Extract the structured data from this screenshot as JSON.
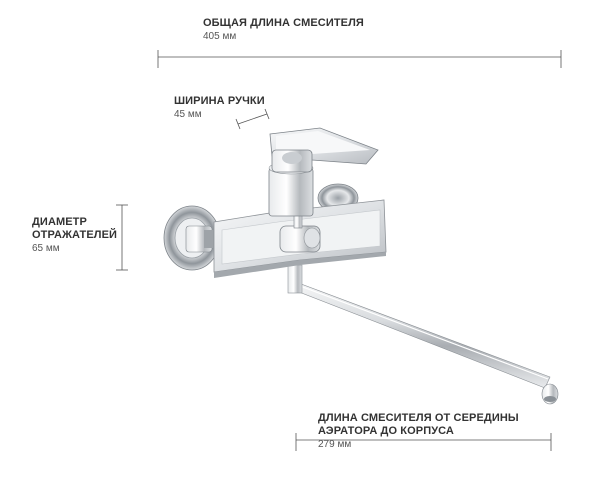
{
  "dimensions": {
    "total_length": {
      "title": "ОБЩАЯ ДЛИНА СМЕСИТЕЛЯ",
      "value": "405 мм"
    },
    "handle_width": {
      "title": "ШИРИНА РУЧКИ",
      "value": "45 мм"
    },
    "reflector_diameter": {
      "title_line1": "ДИАМЕТР",
      "title_line2": "ОТРАЖАТЕЛЕЙ",
      "value": "65 мм"
    },
    "spout_length": {
      "title_line1": "ДЛИНА СМЕСИТЕЛЯ ОТ СЕРЕДИНЫ",
      "title_line2": "АЭРАТОРА ДО КОРПУСА",
      "value": "279 мм"
    }
  },
  "colors": {
    "text": "#333333",
    "line": "#555555",
    "chrome": "#c8ccd0"
  }
}
